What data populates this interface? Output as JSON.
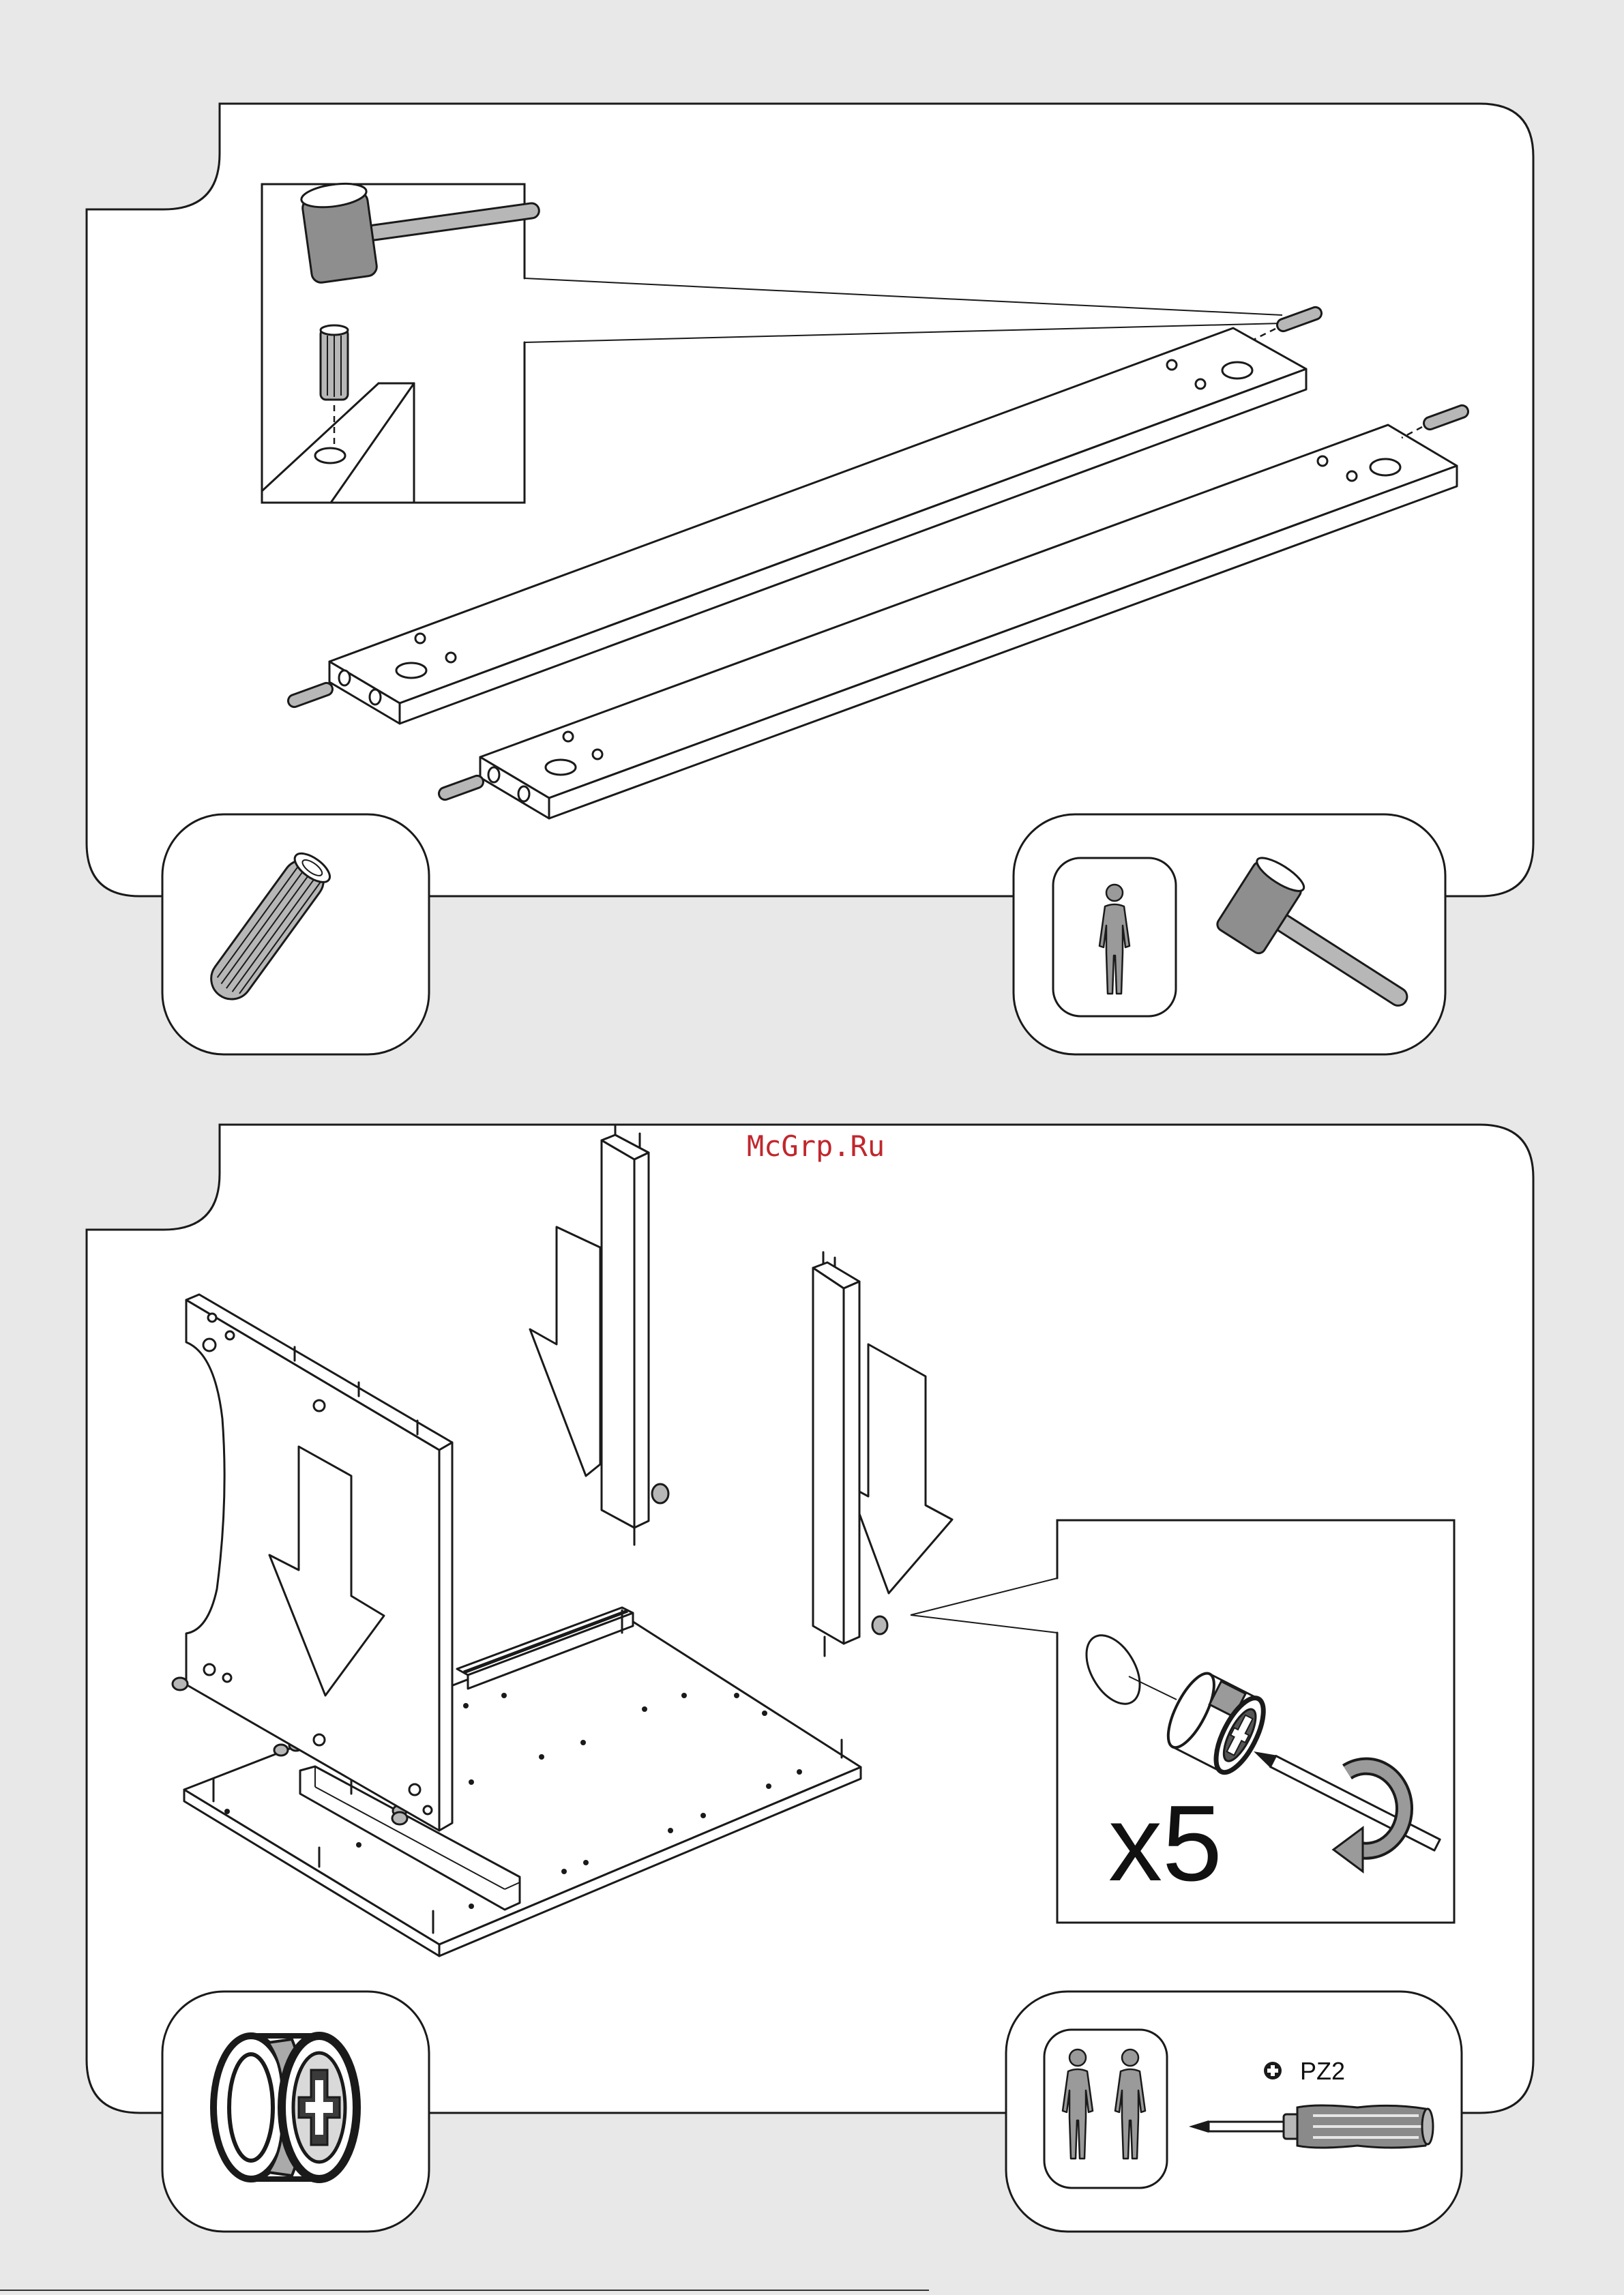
{
  "watermark": "McGrp.Ru",
  "step_2": {
    "quantity_label": "x5",
    "tool_label": "PZ2"
  },
  "icons": {
    "step_1_part": "dowel-icon",
    "step_1_people": "one-person-icon",
    "step_1_tool": "mallet-icon",
    "step_2_part": "cam-lock-icon",
    "step_2_people": "two-persons-icon",
    "step_2_tool": "phillips-screwdriver-icon",
    "step_2_tool_type": "phillips-plus-icon"
  },
  "colors": {
    "watermark": "#c0272d",
    "background": "#e8e8e8",
    "panel": "#ffffff",
    "part_shading": "#b7b7b7"
  }
}
